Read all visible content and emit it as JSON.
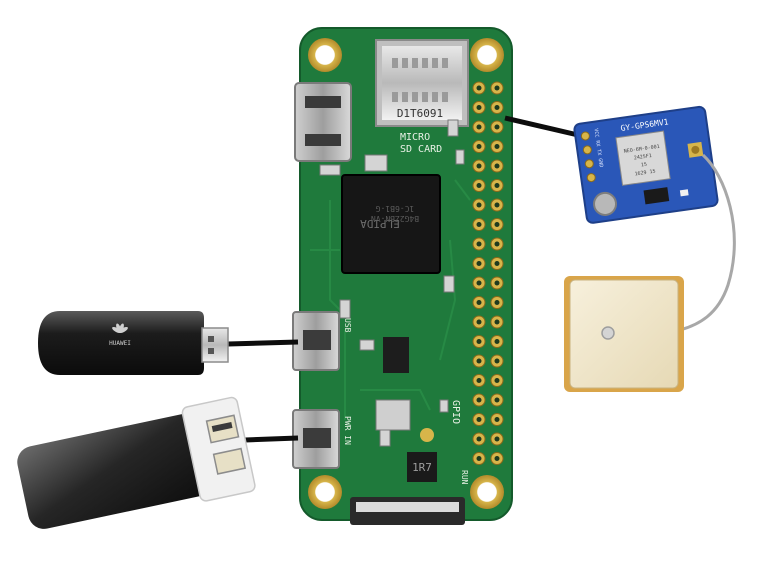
{
  "board": {
    "sd_label_1": "MICRO",
    "sd_label_2": "SD CARD",
    "sd_code": "D1T6091",
    "ram_label": "ELPIDA",
    "ram_code_1": "B4G2ZBN-VN",
    "ram_code_2": "1C-6B1-G",
    "gpio_label": "GPIO",
    "usb_label": "USB",
    "pwr_label": "PWR IN",
    "inductor_label": "1R7",
    "run_label": "RUN"
  },
  "gps_module": {
    "model_label": "GY-GPS6MV1",
    "pins_label": "VCC RX TX GND",
    "chip_label_1": "NEO-6M-0-001",
    "chip_label_2": "2425F1",
    "chip_label_3": "15",
    "chip_label_4": "1629 15"
  },
  "modem": {
    "brand_label": "HUAWEI"
  },
  "colors": {
    "pcb_green": "#1f7a3c",
    "gps_blue": "#2a57b8",
    "antenna_cream": "#f3ead0"
  },
  "icons": {
    "modem_logo": "huawei-logo-icon"
  }
}
